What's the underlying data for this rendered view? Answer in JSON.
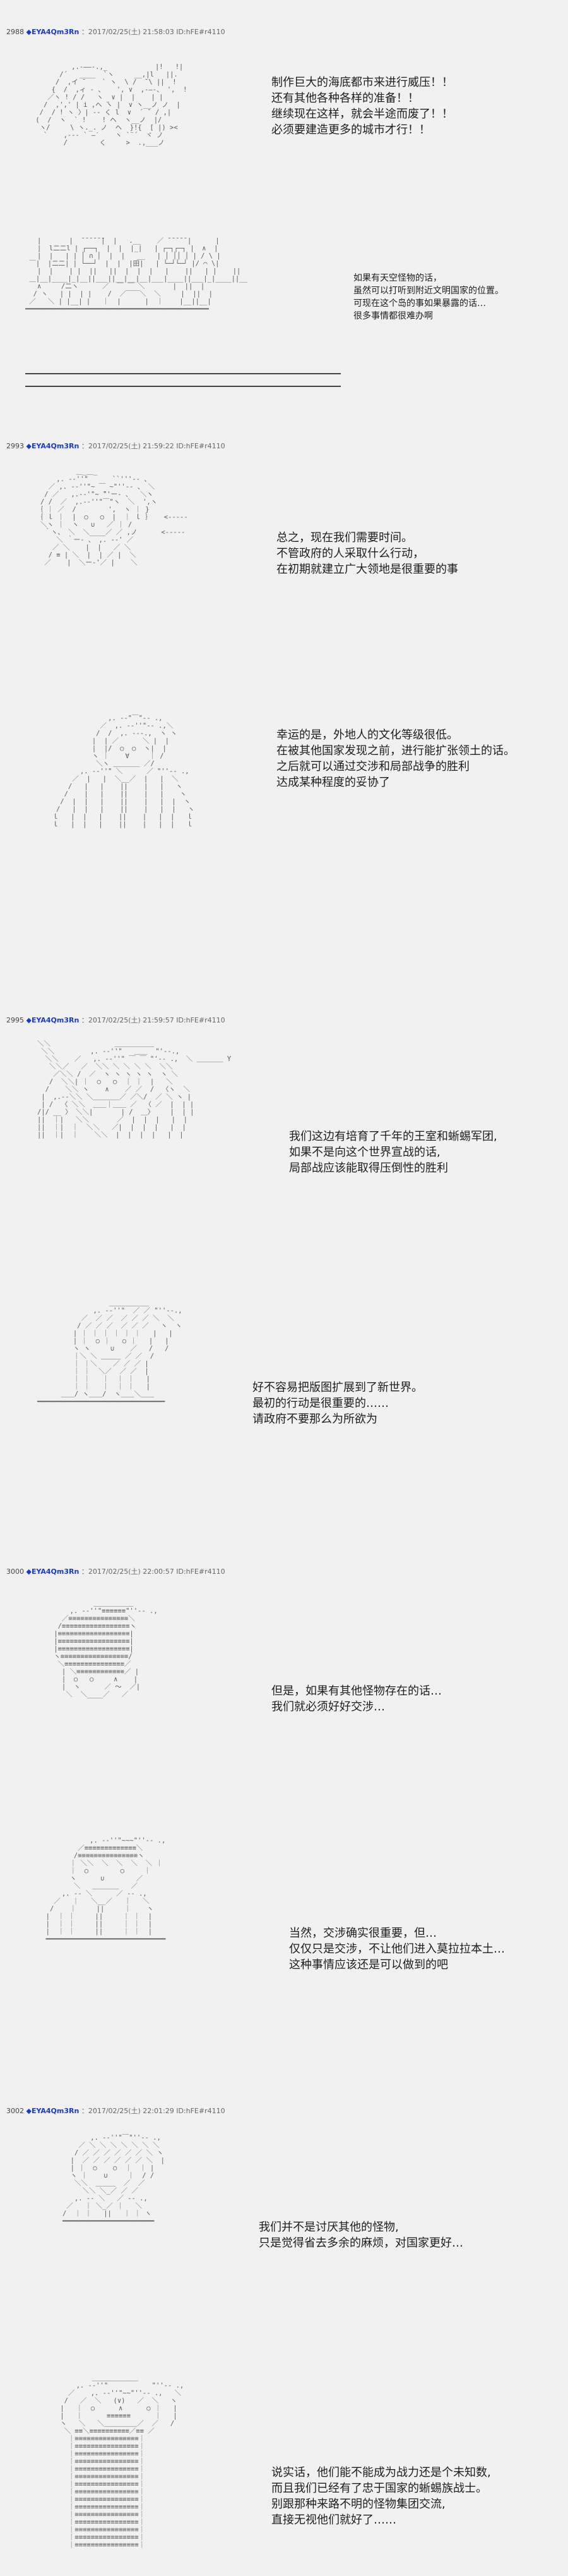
{
  "posts": [
    {
      "number": "2988",
      "name": "◆EYA4Qm3Rn",
      "meta": "：2017/02/25(土) 21:58:03 ID:hFE#r4110",
      "panels": [
        {
          "lines": [
            "制作巨大的海底都市来进行威压！！",
            "还有其他各种各样的准备！！",
            "继续现在这样，就会半途而废了！！",
            "必须要建造更多的城市才行！！"
          ]
        },
        {
          "lines": [
            "如果有天空怪物的话，",
            "虽然可以打听到附近文明国家的位置。",
            "可现在这个岛的事如果暴露的话…",
            "很多事情都很难办啊"
          ]
        }
      ]
    },
    {
      "number": "2993",
      "name": "◆EYA4Qm3Rn",
      "meta": "：2017/02/25(土) 21:59:22 ID:hFE#r4110",
      "panels": [
        {
          "lines": [
            "总之，现在我们需要时间。",
            "不管政府的人采取什么行动，",
            "在初期就建立广大领地是很重要的事"
          ]
        },
        {
          "lines": [
            "幸运的是，外地人的文化等级很低。",
            "在被其他国家发现之前，进行能扩张领土的话。",
            "之后就可以通过交涉和局部战争的胜利",
            "达成某种程度的妥协了"
          ]
        }
      ]
    },
    {
      "number": "2995",
      "name": "◆EYA4Qm3Rn",
      "meta": "：2017/02/25(土) 21:59:57 ID:hFE#r4110",
      "panels": [
        {
          "lines": [
            "我们这边有培育了千年的王室和蜥蜴军团,",
            "如果不是向这个世界宣战的话,",
            "局部战应该能取得压倒性的胜利"
          ]
        },
        {
          "lines": [
            "好不容易把版图扩展到了新世界。",
            "最初的行动是很重要的……",
            "请政府不要那么为所欲为"
          ]
        }
      ]
    },
    {
      "number": "3000",
      "name": "◆EYA4Qm3Rn",
      "meta": "：2017/02/25(土) 22:00:57 ID:hFE#r4110",
      "panels": [
        {
          "lines": [
            "但是，如果有其他怪物存在的话…",
            "我们就必须好好交涉…"
          ]
        },
        {
          "lines": [
            "当然，交涉确实很重要，但…",
            "仅仅只是交涉，不让他们进入莫拉拉本土…",
            "这种事情应该还是可以做到的吧"
          ]
        }
      ]
    },
    {
      "number": "3002",
      "name": "◆EYA4Qm3Rn",
      "meta": "：2017/02/25(土) 22:01:29 ID:hFE#r4110",
      "panels": [
        {
          "lines": [
            "我们并不是讨厌其他的怪物,",
            "只是觉得省去多余的麻烦，对国家更好…"
          ]
        },
        {
          "lines": [
            "说实话，他们能不能成为战力还是个未知数,",
            "而且我们已经有了忠于国家的蜥蜴族战士。",
            "别跟那种来路不明的怪物集团交流,",
            "直接无视他们就好了……"
          ]
        }
      ]
    }
  ]
}
